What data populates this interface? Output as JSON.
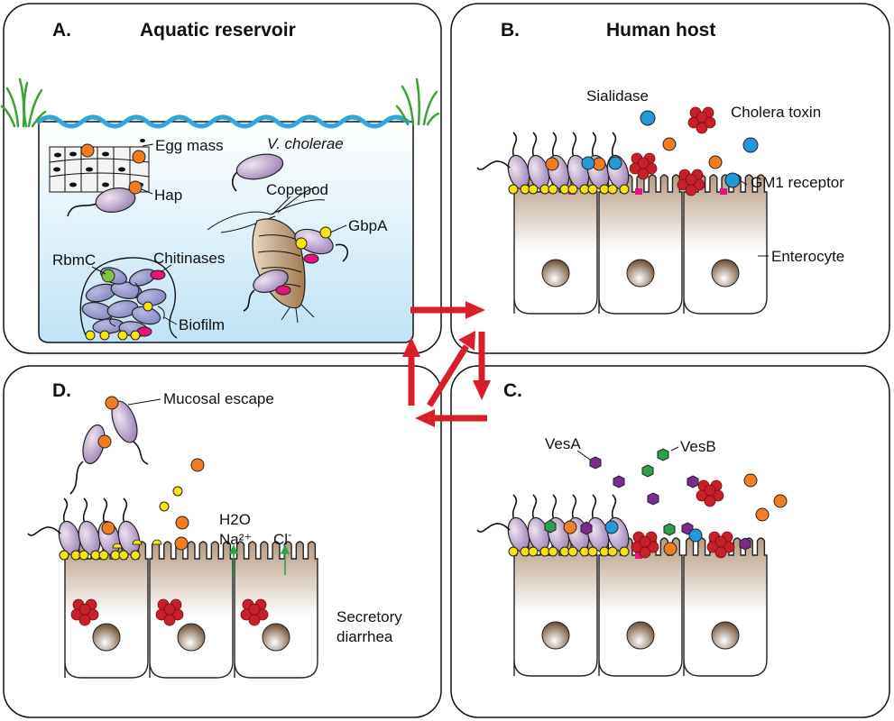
{
  "colors": {
    "water_top": "#ffffff",
    "water_bottom": "#bfe3f5",
    "wave": "#2ea7dc",
    "grass": "#3aa335",
    "bacterium_light": "#efe4f1",
    "bacterium_dark": "#9b7fb4",
    "cluster": "#7f80bf",
    "orange": "#f07d22",
    "yellow": "#f7e312",
    "blue": "#2599d6",
    "pink": "#e6147e",
    "green_dot": "#7ec242",
    "toxin": "#c8202a",
    "vesa": "#7b2a8d",
    "vesb": "#2ca14a",
    "arrow": "#d81e2b",
    "cell_top": "#b79b82",
    "nucleus": "#6b4a2e",
    "copepod": "#a07850"
  },
  "panel_a": {
    "letter": "A.",
    "title": "Aquatic reservoir",
    "labels": {
      "egg_mass": "Egg mass",
      "v_cholerae": "V. cholerae",
      "hap": "Hap",
      "copepod": "Copepod",
      "gbpa": "GbpA",
      "rbmc": "RbmC",
      "chitinases": "Chitinases",
      "biofilm": "Biofilm"
    }
  },
  "panel_b": {
    "letter": "B.",
    "title": "Human host",
    "labels": {
      "sialidase": "Sialidase",
      "cholera_toxin": "Cholera toxin",
      "gm1_receptor": "GM1 receptor",
      "enterocyte": "Enterocyte"
    }
  },
  "panel_c": {
    "letter": "C.",
    "labels": {
      "vesa": "VesA",
      "vesb": "VesB"
    }
  },
  "panel_d": {
    "letter": "D.",
    "labels": {
      "mucosal_escape": "Mucosal escape",
      "h2o": "H2O",
      "na": "Na²⁺",
      "cl": "Cl",
      "cl_sup": "-",
      "secretory_1": "Secretory",
      "secretory_2": "diarrhea"
    }
  }
}
